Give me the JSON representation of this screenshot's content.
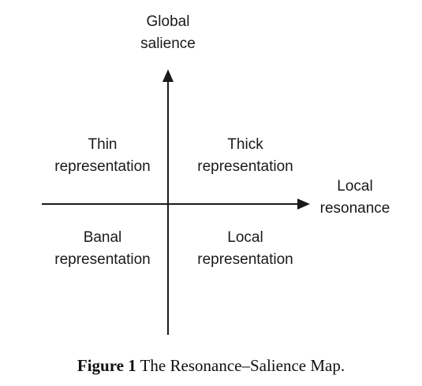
{
  "diagram": {
    "y_axis_label": [
      "Global",
      "salience"
    ],
    "x_axis_label": [
      "Local",
      "resonance"
    ],
    "quadrants": {
      "top_left": [
        "Thin",
        "representation"
      ],
      "top_right": [
        "Thick",
        "representation"
      ],
      "bottom_left": [
        "Banal",
        "representation"
      ],
      "bottom_right": [
        "Local",
        "representation"
      ]
    }
  },
  "caption": {
    "label": "Figure 1",
    "text": "The Resonance–Salience Map."
  },
  "colors": {
    "axis": "#1a1a1a",
    "text": "#1a1a1a"
  }
}
